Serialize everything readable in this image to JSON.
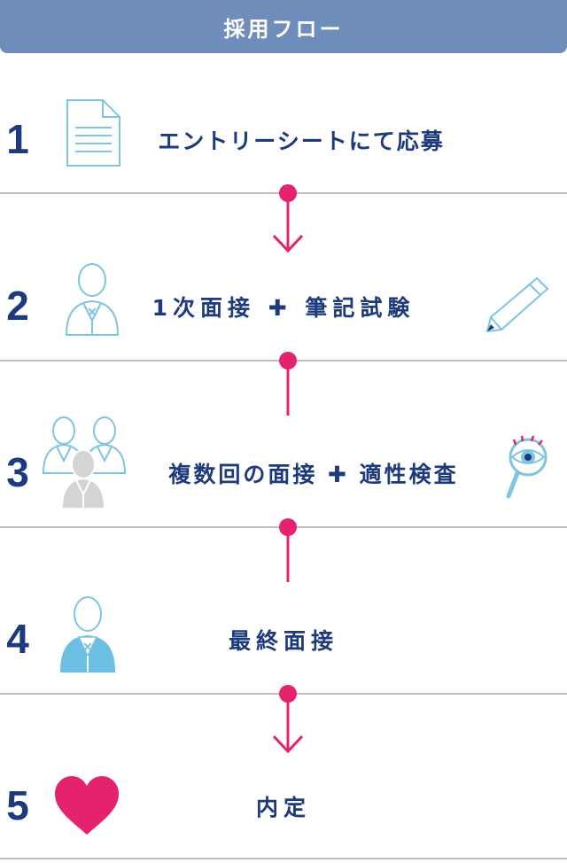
{
  "header": {
    "title": "採用フロー"
  },
  "steps": [
    {
      "number": "1",
      "label": "エントリーシートにて応募",
      "icon": "document-icon"
    },
    {
      "number": "2",
      "label": "1次面接 ✚ 筆記試験",
      "icon": "person-icon",
      "extra_icon": "pencil-icon"
    },
    {
      "number": "3",
      "label": "複数回の面接 ✚ 適性検査",
      "icon": "group-icon",
      "extra_icon": "magnifier-eye-icon"
    },
    {
      "number": "4",
      "label": "最終面接",
      "icon": "person-filled-icon"
    },
    {
      "number": "5",
      "label": "内定",
      "icon": "heart-icon"
    }
  ],
  "colors": {
    "header_bg": "#6f8dbb",
    "text": "#1d3a7c",
    "accent": "#e5226e",
    "icon_line": "#7ec5e0",
    "icon_fill": "#6bbfe3",
    "divider": "#bdbdbd"
  }
}
